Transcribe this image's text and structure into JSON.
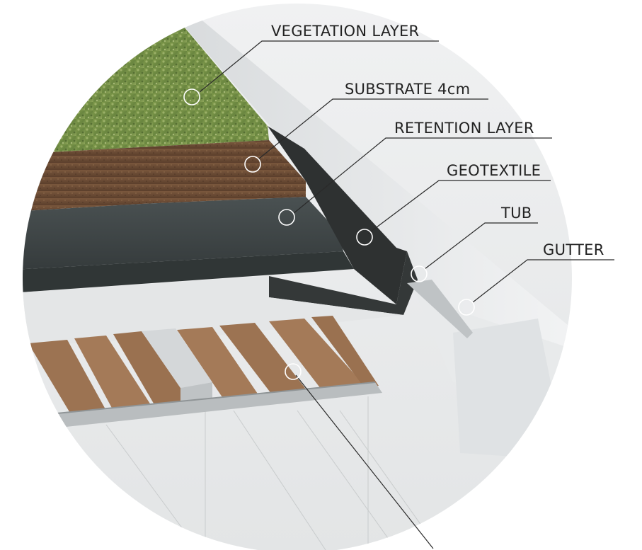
{
  "labels": {
    "vegetation": "VEGETATION LAYER",
    "substrate": "SUBSTRATE 4cm",
    "retention": "RETENTION LAYER",
    "geotextile": "GEOTEXTILE",
    "tub": "TUB",
    "gutter": "GUTTER"
  },
  "colors": {
    "vegetation": "#6f8a3e",
    "substrate": "#6b4b34",
    "retention": "#3f4646",
    "geotextile": "#2f3232",
    "tub": "#cfd2d4",
    "gutter": "#e1e4e6",
    "battens": "#9c7352",
    "panel": "#e9ebec"
  }
}
